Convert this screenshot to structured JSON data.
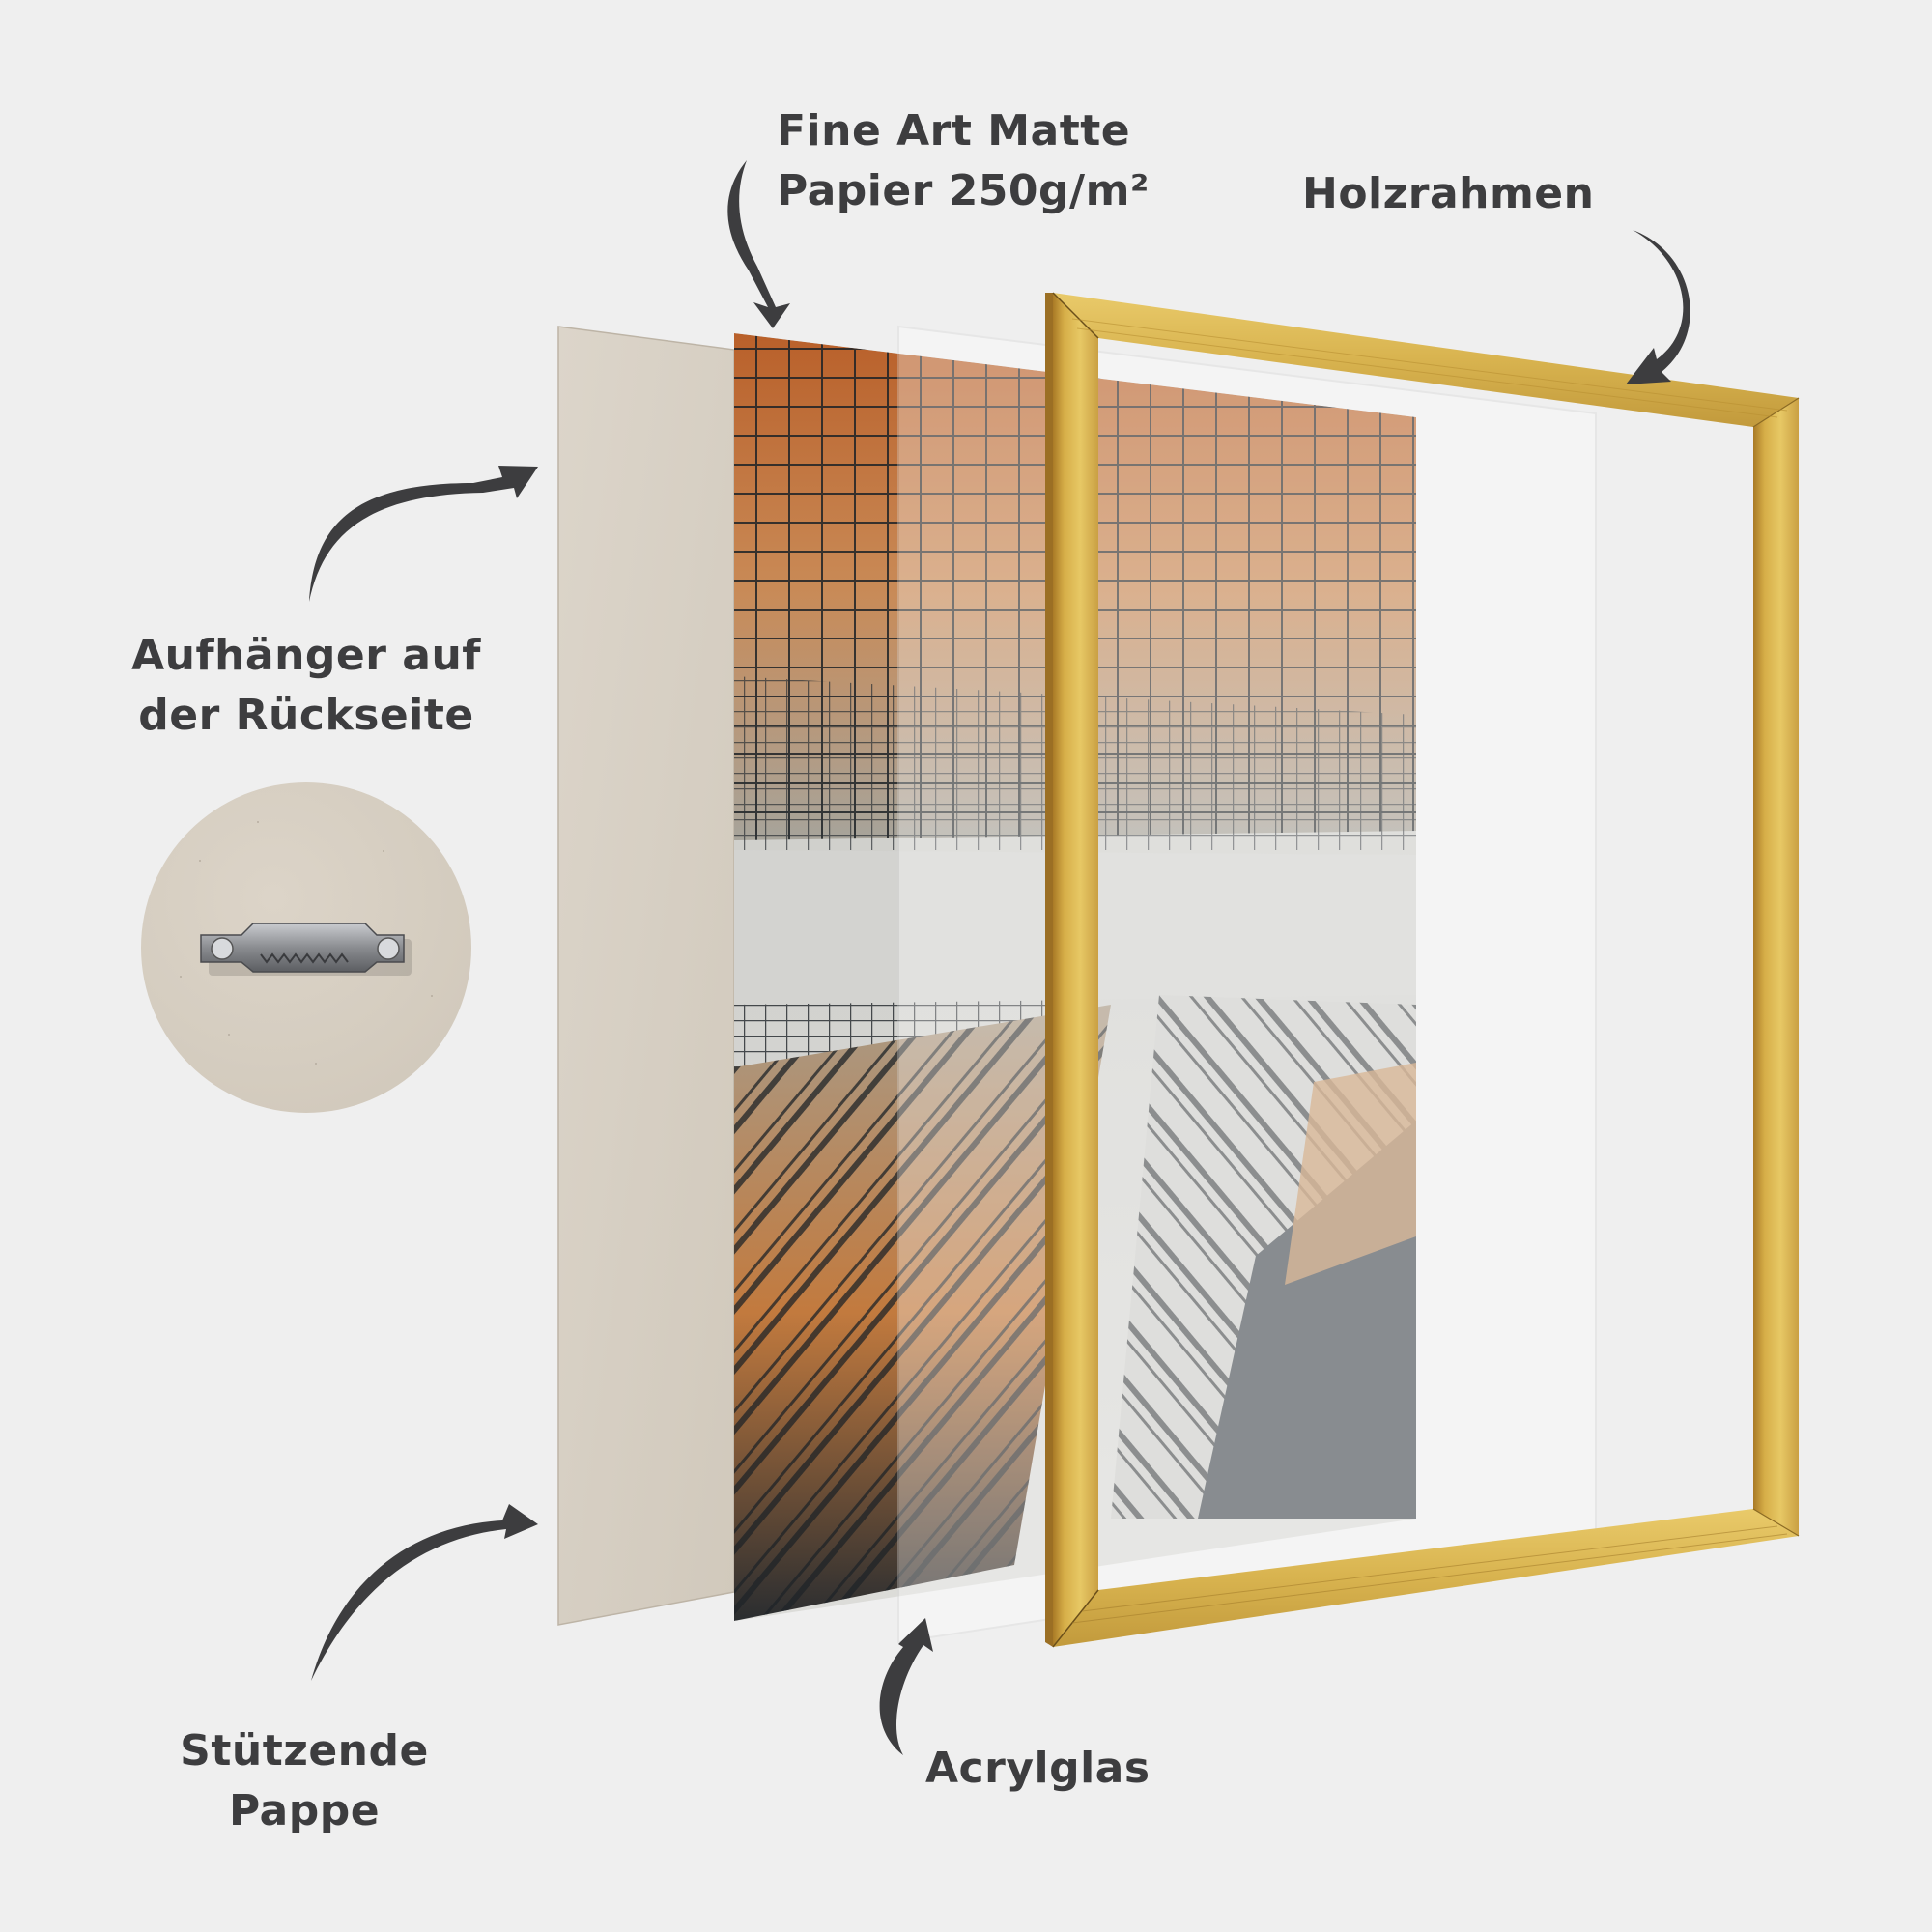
{
  "background_color": "#efefef",
  "text_color": "#3d3d3f",
  "labels": {
    "paper": {
      "line1": "Fine Art Matte",
      "line2": "Papier 250g/m²"
    },
    "frame": {
      "line1": "Holzrahmen"
    },
    "hanger": {
      "line1": "Aufhänger auf",
      "line2": "der Rückseite"
    },
    "backing": {
      "line1": "Stützende",
      "line2": "Pappe"
    },
    "acrylic": {
      "line1": "Acrylglas"
    }
  },
  "components": {
    "backing_board": {
      "color": "#d6cec2"
    },
    "print": {
      "subject": "low-angle view of glass skyscrapers",
      "colors": [
        "#c56d2e",
        "#1c2227",
        "#d9d9d6",
        "#6d7479"
      ]
    },
    "acrylic_glass": {
      "color": "rgba(255,255,255,0.35)"
    },
    "frame": {
      "material": "gold wood",
      "colors": [
        "#d9b24a",
        "#b88a2e",
        "#e6c767"
      ]
    },
    "hanger_detail": {
      "item": "sawtooth hanger",
      "color": "#8e9094"
    }
  }
}
